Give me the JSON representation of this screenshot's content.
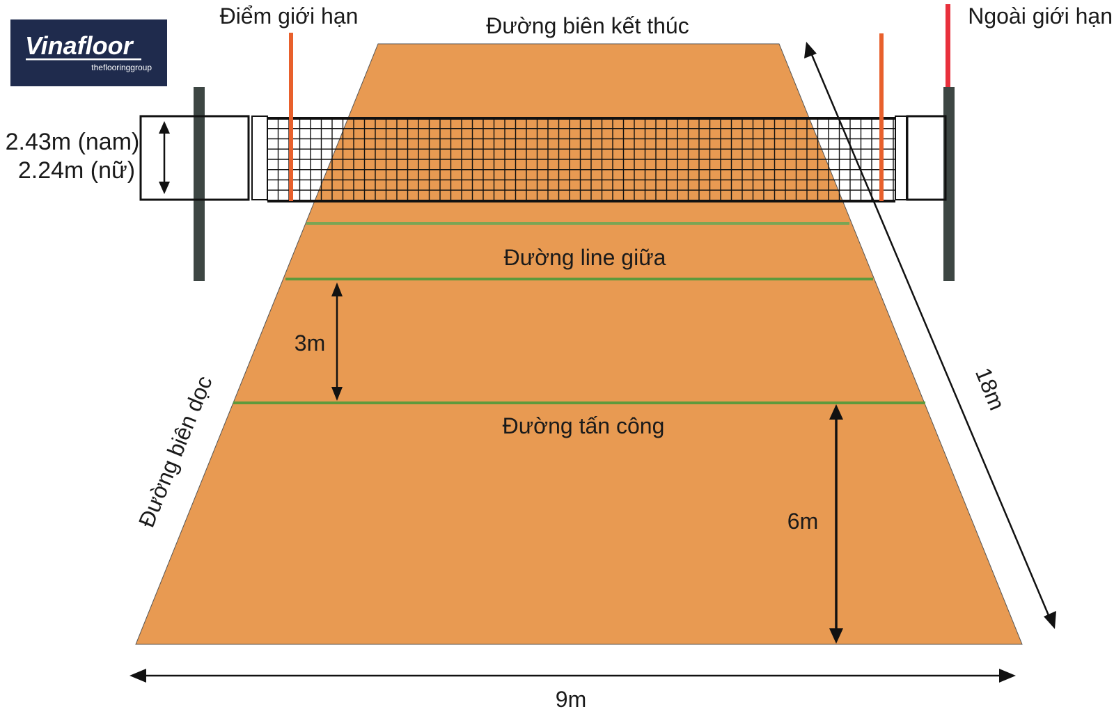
{
  "logo": {
    "brand": "Vinafloor",
    "tagline": "theflooringgroup",
    "background": "#1f2b4d"
  },
  "labels": {
    "antenna_left": "Điểm giới hạn",
    "end_line": "Đường biên kết thúc",
    "out_of_bounds": "Ngoài giới hạn",
    "net_height_men": "2.43m (nam)",
    "net_height_women": "2.24m (nữ)",
    "center_line": "Đường line giữa",
    "attack_line": "Đường tấn công",
    "sideline": "Đường biên dọc",
    "dim_3m": "3m",
    "dim_6m": "6m",
    "dim_9m": "9m",
    "dim_18m": "18m"
  },
  "colors": {
    "court": "#e89a52",
    "court_lines": "#5e9a3c",
    "antenna": "#e8602c",
    "out_marker": "#e8303c",
    "posts": "#3d4643",
    "net": "#111111"
  }
}
